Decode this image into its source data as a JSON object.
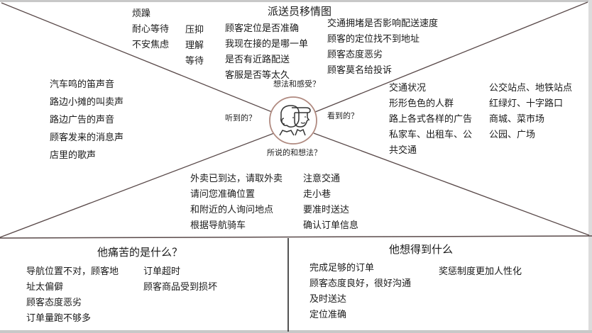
{
  "title": "派送员移情图",
  "center_icon": "two-people-icon",
  "colors": {
    "line": "#5a4a4a",
    "circle": "#b08a80",
    "text": "#1a1a1a",
    "divider": "#1a1a1a"
  },
  "questions": {
    "think_feel": "想法和感受？",
    "hear": "听到的？",
    "see": "看到的？",
    "say_do": "所说的和想法？"
  },
  "think_feel": {
    "col1": [
      "烦躁",
      "耐心等待",
      "不安焦虑"
    ],
    "col2": [
      "压抑",
      "理解",
      "等待"
    ],
    "col3": [
      "顾客定位是否准确",
      "我现在接的是哪一单",
      "是否有近路配送",
      "客服是否等太久"
    ],
    "col4": [
      "交通拥堵是否影响配送速度",
      "顾客的定位找不到地址",
      "顾客态度恶劣",
      "顾客莫名给投诉"
    ]
  },
  "hear": {
    "items": [
      "汽车鸣的笛声音",
      "路边小摊的叫卖声",
      "路边广告的声音",
      "顾客发来的消息声",
      "店里的歌声"
    ]
  },
  "see": {
    "col1": [
      "交通状况",
      "形形色色的人群",
      "路上各式各样的广告",
      "私家车、出租车、公",
      "共交通"
    ],
    "col2": [
      "公交站点、地铁站点",
      "红绿灯、十字路口",
      "商城、菜市场",
      "公园、广场"
    ]
  },
  "say_do": {
    "col1": [
      "外卖已到达，请取外卖",
      "请问您准确位置",
      "和附近的人询问地点",
      "根据导航骑车"
    ],
    "col2": [
      "注意交通",
      "走小巷",
      "要准时送达",
      "确认订单信息"
    ]
  },
  "pain": {
    "title": "他痛苦的是什么？",
    "col1": [
      "导航位置不对，顾客地",
      "址太偏僻",
      "顾客态度恶劣",
      "订单量跑不够多"
    ],
    "col2": [
      "订单超时",
      "顾客商品受到损坏"
    ]
  },
  "gain": {
    "title": "他想得到什么",
    "col1": [
      "完成足够的订单",
      "顾客态度良好，很好沟通",
      "及时送达",
      "定位准确"
    ],
    "col2": [
      "奖惩制度更加人性化"
    ]
  }
}
